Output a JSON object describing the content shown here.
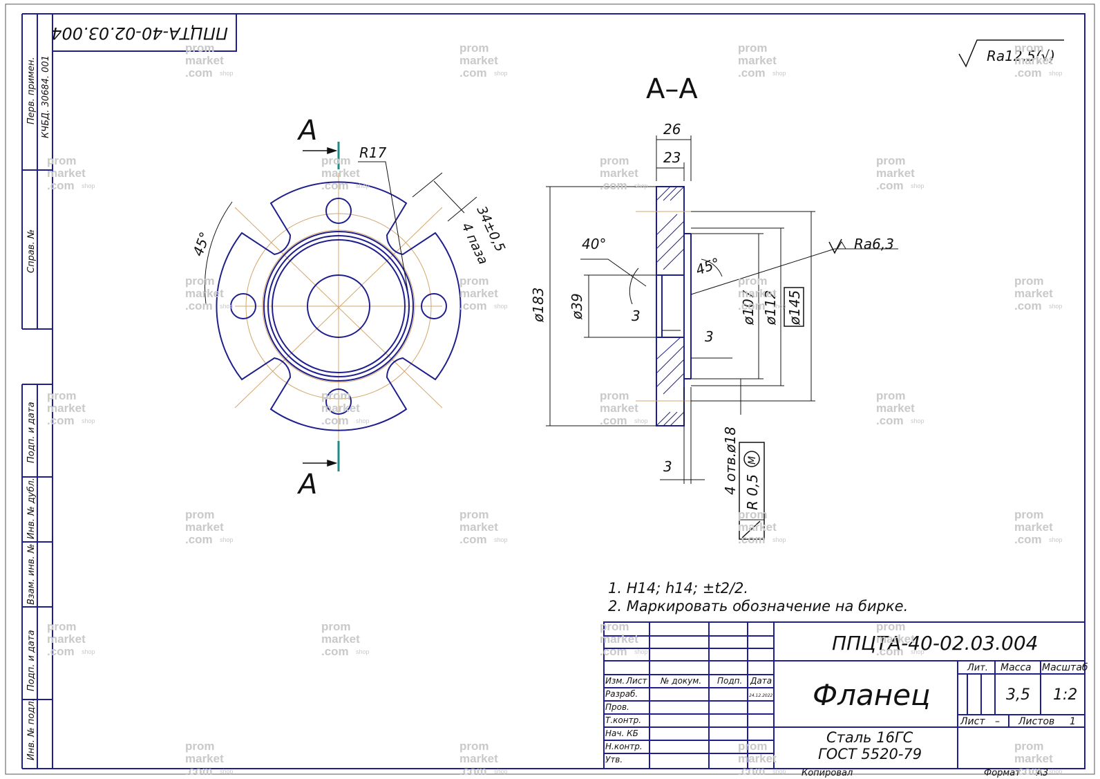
{
  "drawing": {
    "code_corner": "ППЦТА-40-02.03.004",
    "section_title": "А–А",
    "roughness_general": "Ra12,5(√)",
    "roughness_local": "Ra6,3"
  },
  "left_column": {
    "perv_primen": "Перв. примен.",
    "perv_primen_value": "КЧБД. 30684. 001",
    "sprav_no": "Справ. №",
    "podp_data_1": "Подп. и дата",
    "inv_dubl": "Инв. № дубл.",
    "vzam_inv": "Взам. инв. №",
    "podp_data_2": "Подп. и дата",
    "inv_podl": "Инв. № подл."
  },
  "front_view": {
    "section_mark": "А",
    "r17": "R17",
    "angle_45": "45°",
    "dim_34": "34±0,5",
    "slots": "4 паза"
  },
  "section_view": {
    "dim_26": "26",
    "dim_23": "23",
    "angle_40": "40°",
    "angle_45": "45°",
    "d183": "ø183",
    "d39": "ø39",
    "dim_3a": "3",
    "dim_3b": "3",
    "dim_3c": "3",
    "d107": "ø107",
    "d112": "ø112",
    "d145": "ø145",
    "holes": "4 отв.ø18",
    "r05": "R 0,5",
    "m_mark": "M"
  },
  "notes": [
    "1. H14; h14; ±t2/2.",
    "2. Маркировать обозначение на бирке."
  ],
  "title_block": {
    "designation": "ППЦТА-40-02.03.004",
    "name": "Фланец",
    "material_1": "Сталь 16ГС",
    "material_2": "ГОСТ 5520-79",
    "lit_label": "Лит.",
    "mass_label": "Масса",
    "scale_label": "Масштаб",
    "mass_value": "3,5",
    "scale_value": "1:2",
    "sheet_label": "Лист",
    "sheet_value": "–",
    "sheets_label": "Листов",
    "sheets_value": "1",
    "izm": "Изм.",
    "list": "Лист",
    "doc_no": "№ докум.",
    "podp": "Подп.",
    "data": "Дата",
    "razrab": "Разраб.",
    "prov": "Пров.",
    "tkontr": "Т.контр.",
    "nach": "Нач. КБ",
    "nkontr": "Н.контр.",
    "utv": "Утв.",
    "date_value": "24.12.2022"
  },
  "footer": {
    "copied": "Копировал",
    "format_label": "Формат",
    "format_value": "А3"
  },
  "watermark": {
    "line1": "prom",
    "line2": "market",
    "line3": ".com",
    "suffix": "shop"
  }
}
